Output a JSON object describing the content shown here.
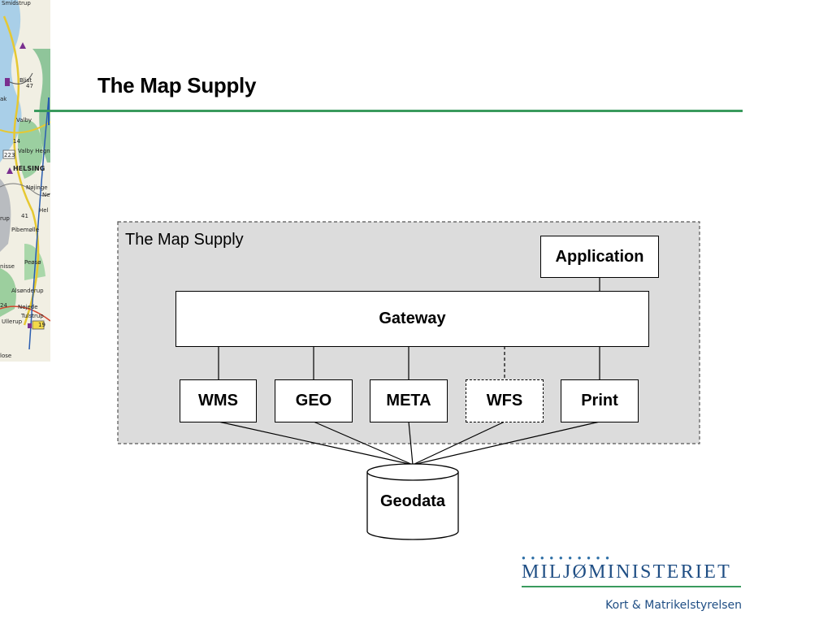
{
  "slide": {
    "title": "The Map Supply"
  },
  "diagram": {
    "container_label": "The Map Supply",
    "application": "Application",
    "gateway": "Gateway",
    "services": [
      {
        "label": "WMS",
        "style": "solid"
      },
      {
        "label": "GEO",
        "style": "solid"
      },
      {
        "label": "META",
        "style": "solid"
      },
      {
        "label": "WFS",
        "style": "dashed"
      },
      {
        "label": "Print",
        "style": "solid"
      }
    ],
    "datastore": "Geodata",
    "colors": {
      "container_fill": "#dcdcdc",
      "box_fill": "#ffffff",
      "line": "#000000"
    }
  },
  "logo": {
    "ministry": "MILJØMINISTERIET",
    "agency": "Kort & Matrikelstyrelsen",
    "colors": {
      "text": "#1f4e84",
      "rule": "#3a9a5d"
    }
  },
  "map_strip": {
    "visible_text": [
      "Smidstrup",
      "Blist",
      "Valby",
      "Valby Hegn",
      "223",
      "HELSING",
      "Nøjinge",
      "Hel",
      "Pibemølle",
      "nisse",
      "Alsønderup",
      "Nejede",
      "Tulstrup",
      "lose",
      "14",
      "47",
      "41",
      "24",
      "19",
      "ak",
      "rup",
      "Ne",
      "Peøsø",
      "Ullerup"
    ]
  },
  "accent": {
    "green": "#3a9a5d"
  }
}
